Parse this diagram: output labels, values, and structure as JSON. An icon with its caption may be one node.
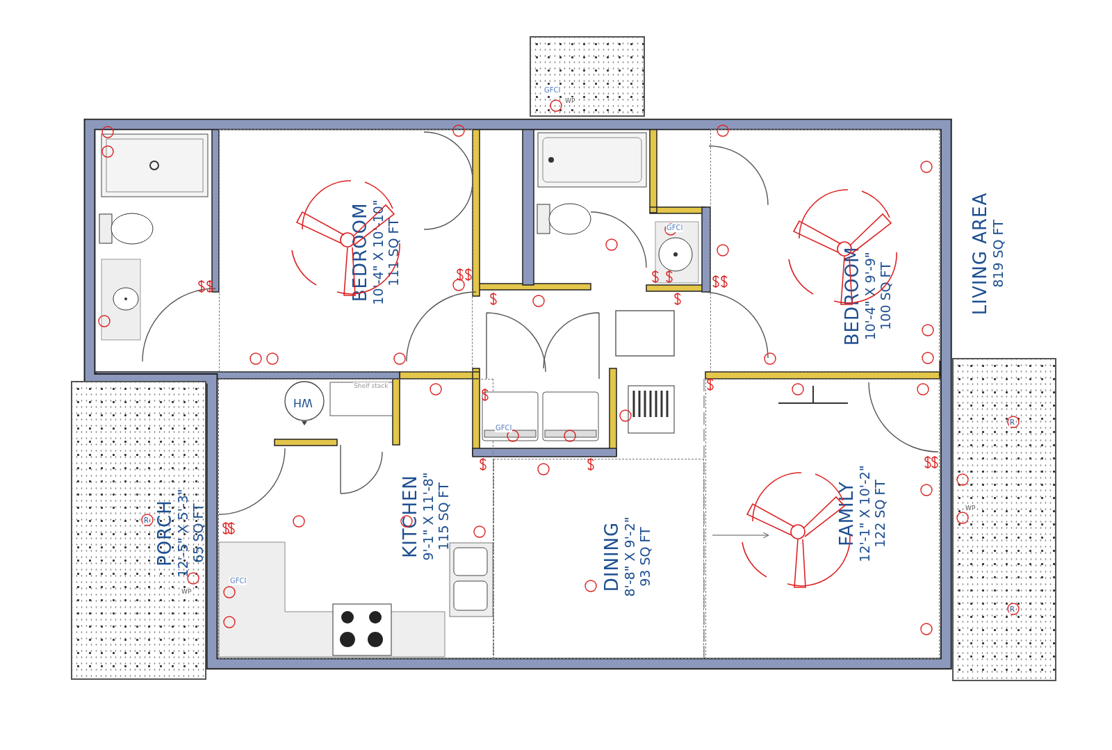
{
  "diagram": {
    "nodes": [
      {
        "text": [
          "LIVING AREA",
          "819 SQ FT"
        ]
      },
      {
        "text": [
          "BEDROOM",
          "10'-4\" X 10'-10\"",
          "111 SQ FT"
        ],
        "in": 0
      },
      {
        "text": [
          "BEDROOM",
          "10'-4\" X 9'-9\"",
          "100 SQ FT"
        ],
        "in": 0
      },
      {
        "text": [
          "PORCH",
          "12'-5\" X 5'-3\"",
          "65 SQ FT"
        ]
      },
      {
        "text": [
          "KITCHEN",
          "9'-1\" X 11'-8\"",
          "115 SQ FT"
        ],
        "in": 0
      },
      {
        "text": [
          "DINING",
          "8'-8\" X 9'-2\"",
          "93 SQ FT"
        ],
        "in": 0
      },
      {
        "text": [
          "FAMILY",
          "12'-1\" X 10'-2\"",
          "122 SQ FT"
        ],
        "in": 0
      }
    ],
    "edges": [],
    "labels": [
      "GFCI",
      "WP",
      "GFCI",
      "Shelf stack",
      "WH",
      "R",
      "GFCI",
      "WP",
      "R",
      "GFCI",
      "WP",
      "R"
    ]
  }
}
